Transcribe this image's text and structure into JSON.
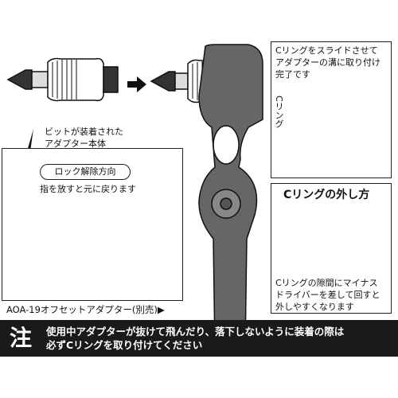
{
  "labels": {
    "bit_adapter": "ビットが装着された\nアダプター本体",
    "lock_release": "ロック解除方向",
    "release_note": "指を放すと元に戻ります",
    "slide_instruction": "Cリングをスライドさせて\nアダプターの溝に取り付け\n完了です",
    "c_ring_side": "Cリング",
    "removal_title": "Cリングの外し方",
    "removal_note": "Cリングの隙間にマイナス\nドライバーを差して回すと\n外しやすくなります",
    "product_ref": "AOA-19オフセットアダプター(別売)▶"
  },
  "notice": {
    "mark": "注",
    "text": "使用中アダプターが抜けて飛んだり、落下しないように装着の際は\n必ずCリングを取り付けてください"
  }
}
